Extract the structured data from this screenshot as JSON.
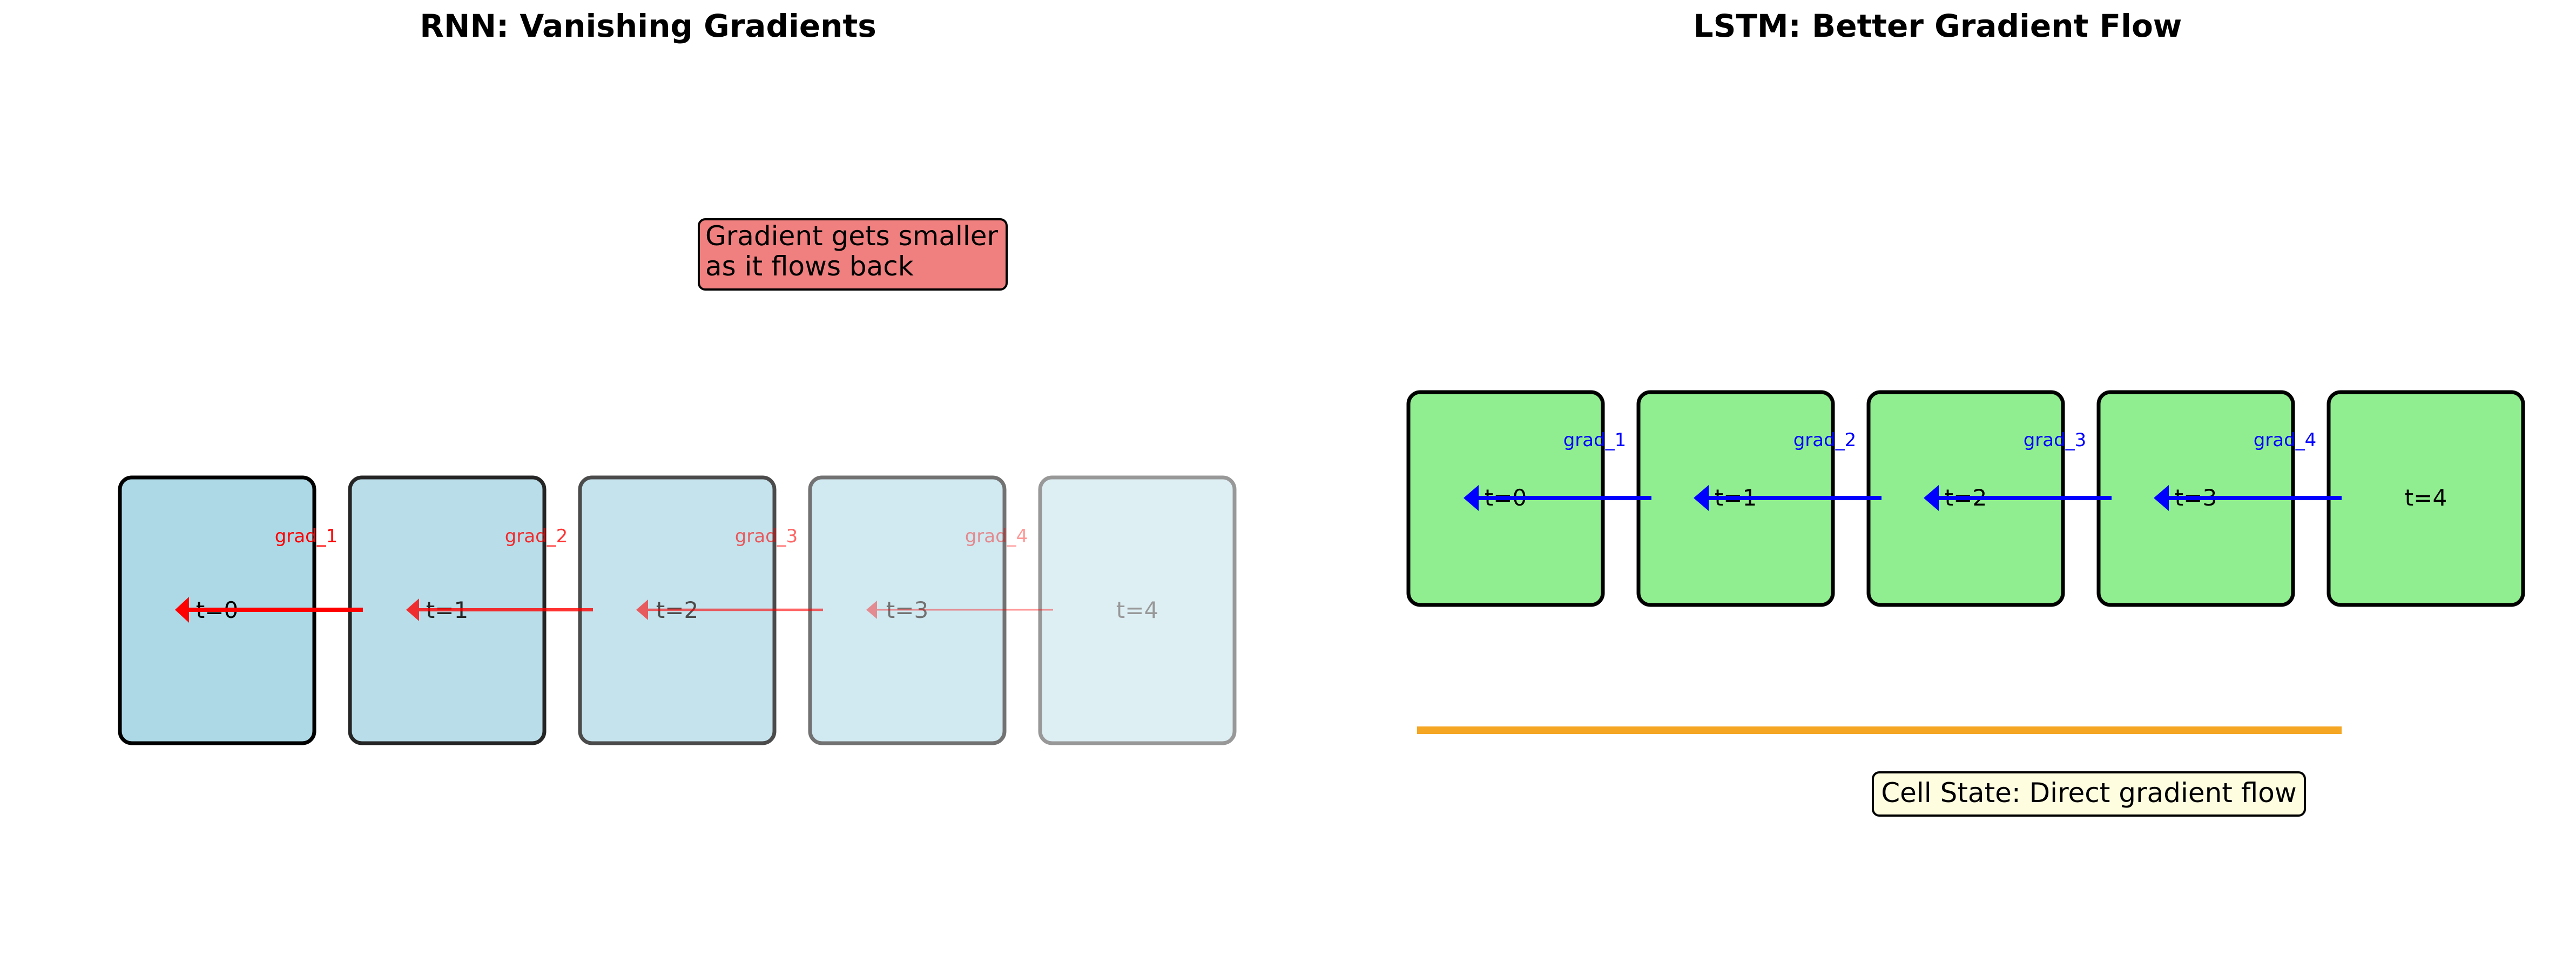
{
  "rnn": {
    "title": "RNN: Vanishing Gradients",
    "annotation_line1": "Gradient gets smaller",
    "annotation_line2": "as it flows back",
    "cells": [
      {
        "label": "t=0",
        "opacity": 1.0
      },
      {
        "label": "t=1",
        "opacity": 0.85
      },
      {
        "label": "t=2",
        "opacity": 0.7
      },
      {
        "label": "t=3",
        "opacity": 0.55
      },
      {
        "label": "t=4",
        "opacity": 0.4
      }
    ],
    "gradients": [
      {
        "label": "grad_1",
        "opacity": 1.0
      },
      {
        "label": "grad_2",
        "opacity": 0.8
      },
      {
        "label": "grad_3",
        "opacity": 0.6
      },
      {
        "label": "grad_4",
        "opacity": 0.4
      }
    ],
    "colors": {
      "cell_fill": "#add8e6",
      "cell_edge": "#000000",
      "arrow": "#ff0000",
      "annotation_fill": "#f08080"
    }
  },
  "lstm": {
    "title": "LSTM: Better Gradient Flow",
    "cell_state_label": "Cell State: Direct gradient flow",
    "cells": [
      {
        "label": "t=0"
      },
      {
        "label": "t=1"
      },
      {
        "label": "t=2"
      },
      {
        "label": "t=3"
      },
      {
        "label": "t=4"
      }
    ],
    "gradients": [
      {
        "label": "grad_1"
      },
      {
        "label": "grad_2"
      },
      {
        "label": "grad_3"
      },
      {
        "label": "grad_4"
      }
    ],
    "colors": {
      "cell_fill": "#90ee90",
      "cell_edge": "#000000",
      "arrow": "#0000ff",
      "cell_state_line": "#f5a623",
      "cell_state_box": "#fffde0"
    }
  }
}
